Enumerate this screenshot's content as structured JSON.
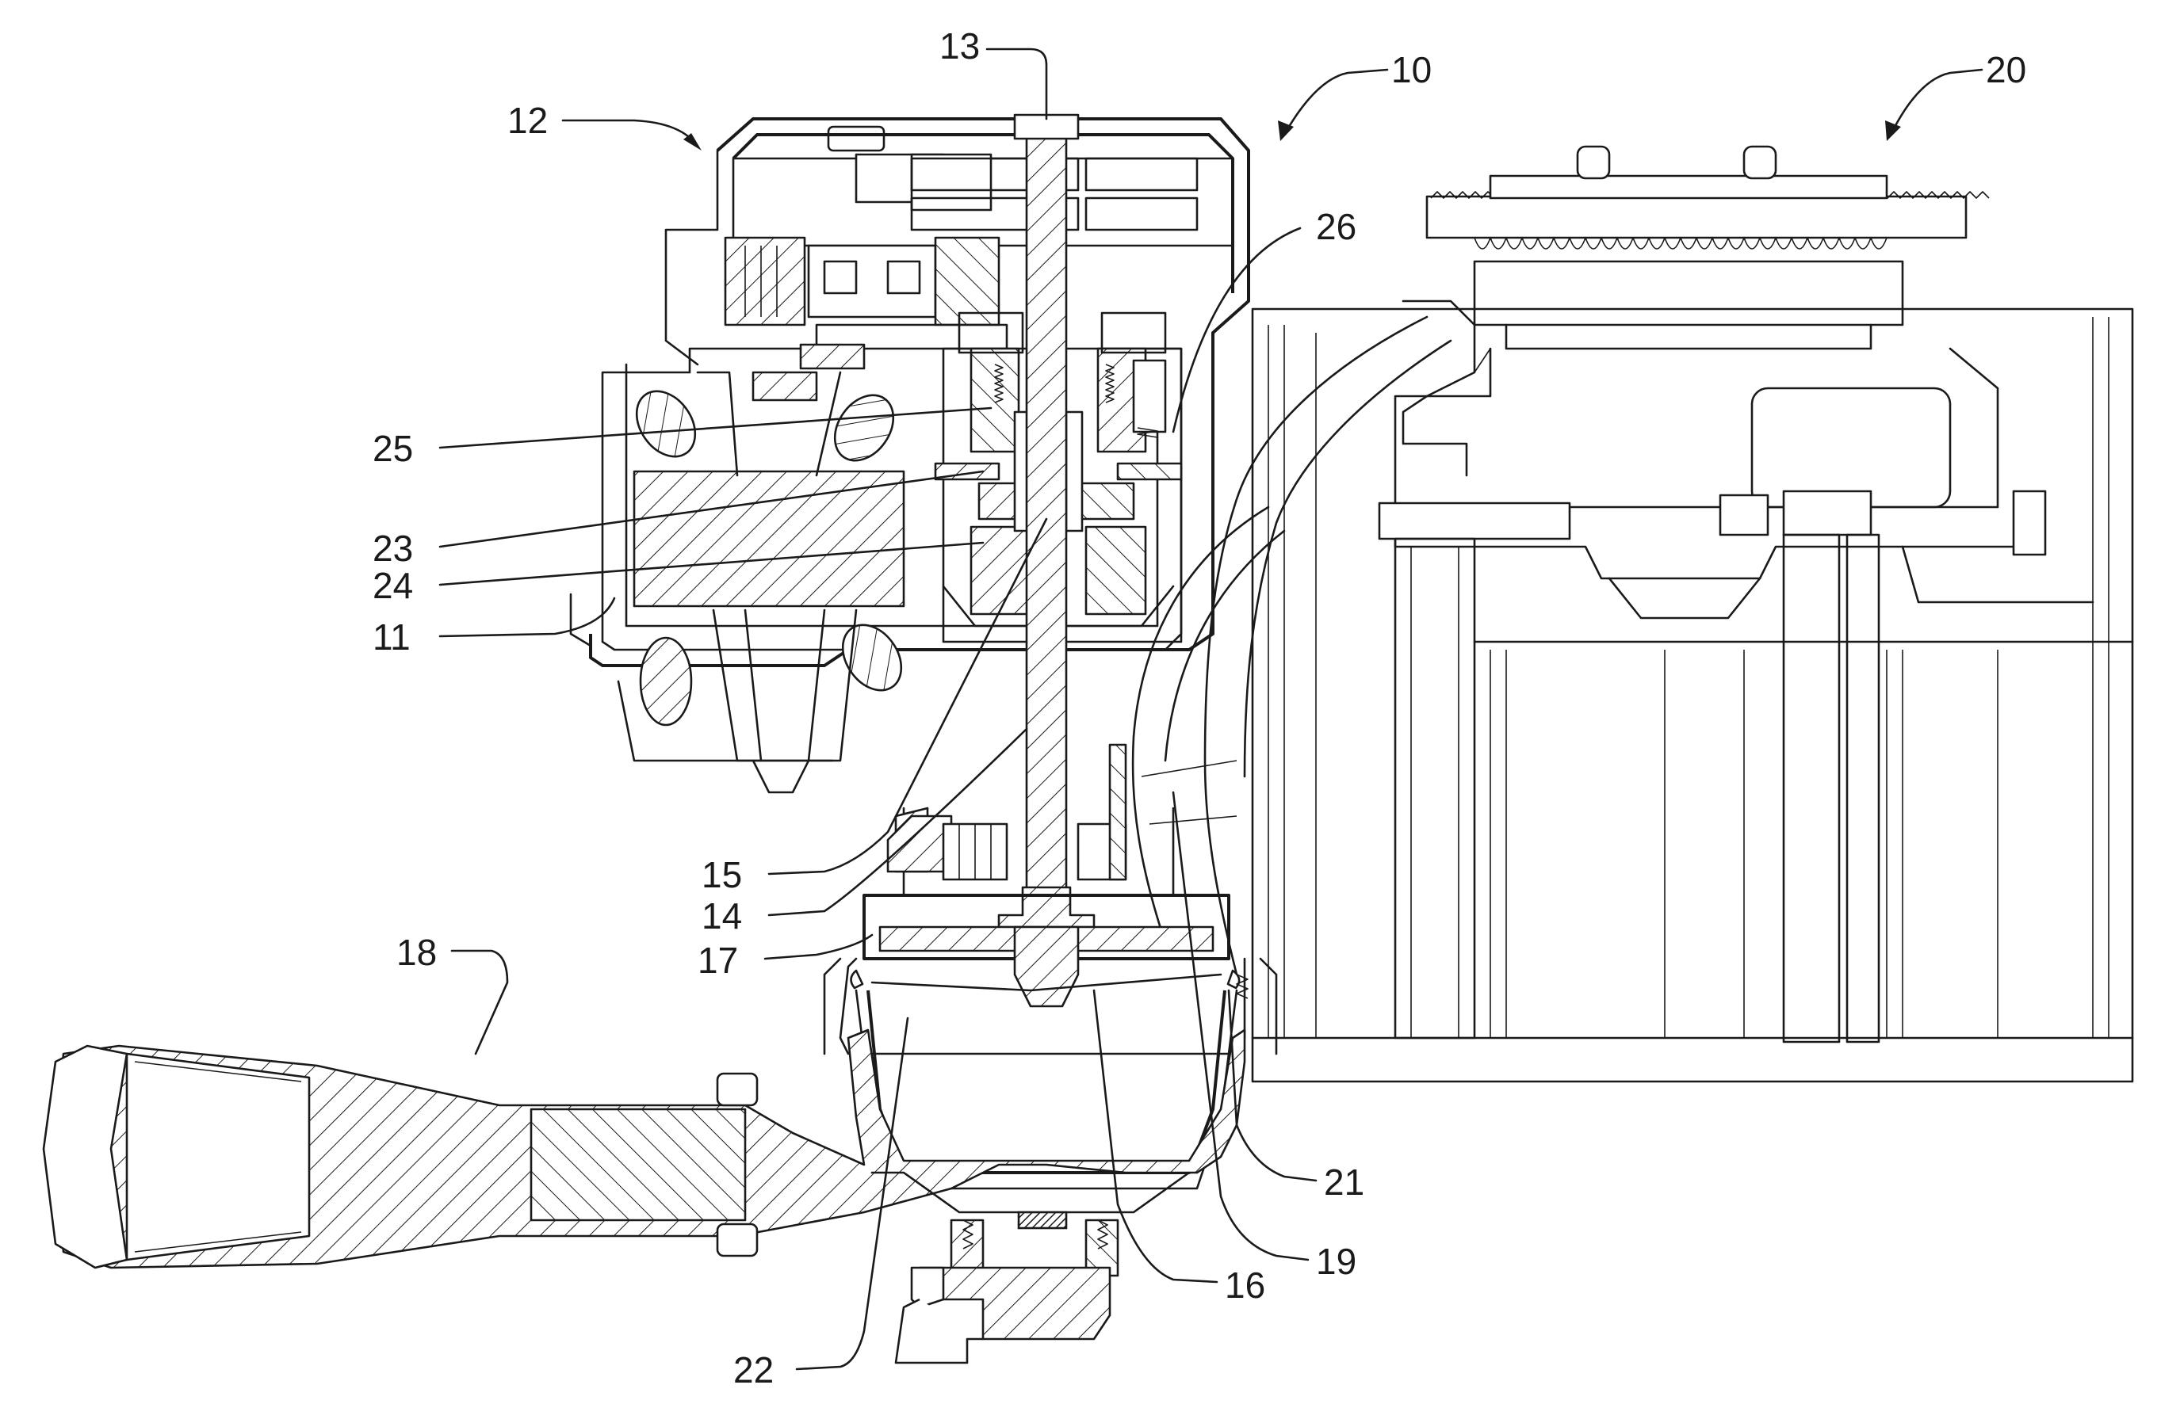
{
  "figure": {
    "labels": {
      "l10": "10",
      "l11": "11",
      "l12": "12",
      "l13": "13",
      "l14": "14",
      "l15": "15",
      "l16": "16",
      "l17": "17",
      "l18": "18",
      "l19": "19",
      "l20": "20",
      "l21": "21",
      "l22": "22",
      "l23": "23",
      "l24": "24",
      "l25": "25",
      "l26": "26"
    }
  }
}
